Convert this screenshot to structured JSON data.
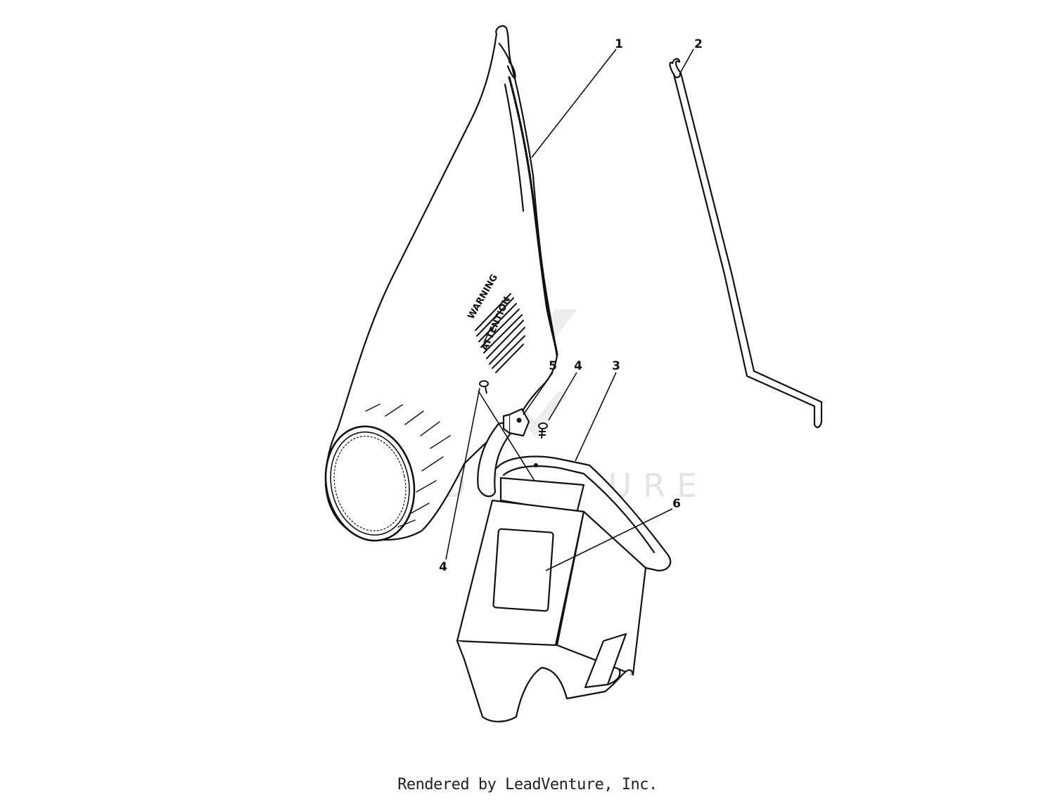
{
  "watermark": "LEADVENTURE",
  "decal": {
    "warning": "WARNING",
    "attention": "ATTENTION"
  },
  "callouts": [
    {
      "id": "callout-1",
      "label": "1"
    },
    {
      "id": "callout-2",
      "label": "2"
    },
    {
      "id": "callout-3",
      "label": "3"
    },
    {
      "id": "callout-4a",
      "label": "4"
    },
    {
      "id": "callout-4b",
      "label": "4"
    },
    {
      "id": "callout-5",
      "label": "5"
    },
    {
      "id": "callout-6",
      "label": "6"
    }
  ],
  "footer": "Rendered by LeadVenture, Inc."
}
